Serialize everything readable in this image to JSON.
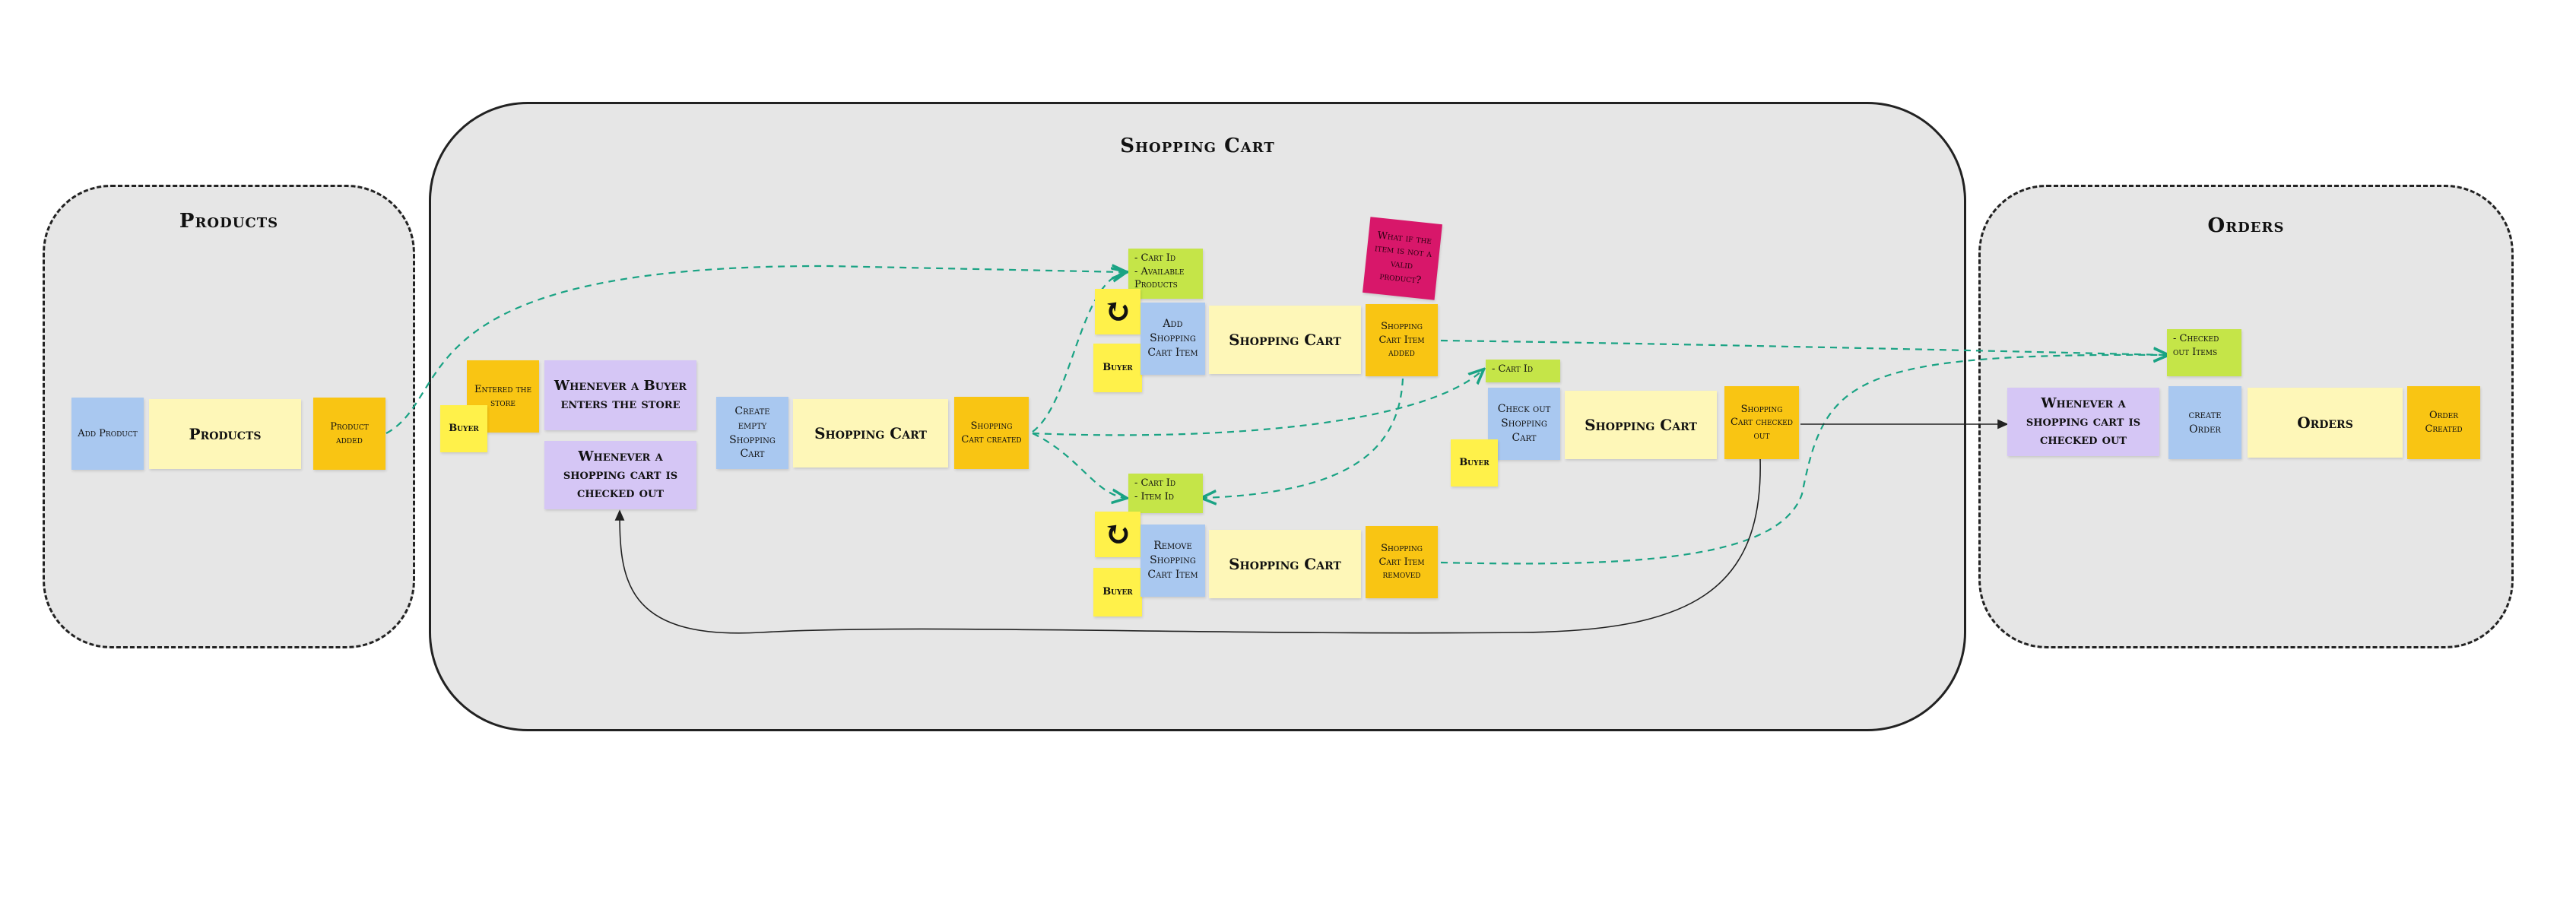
{
  "areas": {
    "products": "Products",
    "shopping_cart": "Shopping Cart",
    "orders": "Orders"
  },
  "products": {
    "add_product": "Add Product",
    "aggregate": "Products",
    "event": "Product added"
  },
  "cart": {
    "entered_event": "Entered the store",
    "buyer1": "Buyer",
    "policy_enter": "Whenever a Buyer enters the store",
    "policy_checked_out": "Whenever a shopping cart is checked out",
    "create_cmd": "Create empty Shopping Cart",
    "aggregate": "Shopping Cart",
    "created_event": "Shopping Cart created",
    "add_read_model": [
      "- Cart Id",
      "- Available Products"
    ],
    "refresh_icon": "refresh-icon",
    "buyer2": "Buyer",
    "add_cmd": "Add Shopping Cart Item",
    "added_event": "Shopping Cart Item added",
    "question": "What if the item is not a valid product?",
    "remove_read_model": [
      "- Cart Id",
      "- Item Id"
    ],
    "buyer3": "Buyer",
    "remove_cmd": "Remove Shopping Cart Item",
    "removed_event": "Shopping Cart Item removed",
    "checkout_read_model": [
      "- Cart Id"
    ],
    "checkout_cmd": "Check out Shopping Cart",
    "buyer4": "Buyer",
    "checked_out_event": "Shopping Cart checked out"
  },
  "orders": {
    "read_model": [
      "- Checked out Items"
    ],
    "policy": "Whenever a shopping cart is checked out",
    "create_cmd": "create Order",
    "aggregate": "Orders",
    "event": "Order Created"
  },
  "colors": {
    "command": "#a9c8f0",
    "aggregate": "#fef7b8",
    "event": "#f9c513",
    "policy": "#d5c6f5",
    "actor": "#fff14a",
    "read_model": "#c5e548",
    "hotspot": "#d8176a",
    "flow": "#1aa384"
  }
}
